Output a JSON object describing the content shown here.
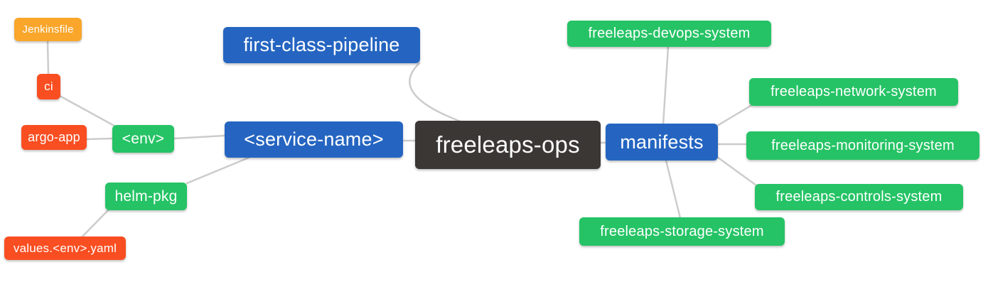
{
  "colors": {
    "blue": "#2565C1",
    "green": "#25C365",
    "orange": "#F9A62B",
    "red": "#F94E21",
    "dark": "#3B3735",
    "edge": "#CCCCCC",
    "text": "#FFFFFF",
    "background": "#FFFFFF"
  },
  "nodes": {
    "jenkinsfile": {
      "label": "Jenkinsfile",
      "color": "orange"
    },
    "ci": {
      "label": "ci",
      "color": "red"
    },
    "argo_app": {
      "label": "argo-app",
      "color": "red"
    },
    "env": {
      "label": "<env>",
      "color": "green"
    },
    "helm_pkg": {
      "label": "helm-pkg",
      "color": "green"
    },
    "values_env_yaml": {
      "label": "values.<env>.yaml",
      "color": "red"
    },
    "first_class_pipeline": {
      "label": "first-class-pipeline",
      "color": "blue"
    },
    "service_name": {
      "label": "<service-name>",
      "color": "blue"
    },
    "freeleaps_ops": {
      "label": "freeleaps-ops",
      "color": "dark"
    },
    "manifests": {
      "label": "manifests",
      "color": "blue"
    },
    "devops_system": {
      "label": "freeleaps-devops-system",
      "color": "green"
    },
    "network_system": {
      "label": "freeleaps-network-system",
      "color": "green"
    },
    "monitoring_system": {
      "label": "freeleaps-monitoring-system",
      "color": "green"
    },
    "controls_system": {
      "label": "freeleaps-controls-system",
      "color": "green"
    },
    "storage_system": {
      "label": "freeleaps-storage-system",
      "color": "green"
    }
  },
  "edges": [
    {
      "from": "jenkinsfile",
      "to": "ci"
    },
    {
      "from": "ci",
      "to": "env"
    },
    {
      "from": "argo_app",
      "to": "env"
    },
    {
      "from": "env",
      "to": "service_name"
    },
    {
      "from": "helm_pkg",
      "to": "service_name"
    },
    {
      "from": "values_env_yaml",
      "to": "helm_pkg"
    },
    {
      "from": "service_name",
      "to": "freeleaps_ops"
    },
    {
      "from": "first_class_pipeline",
      "to": "freeleaps_ops"
    },
    {
      "from": "freeleaps_ops",
      "to": "manifests"
    },
    {
      "from": "manifests",
      "to": "devops_system"
    },
    {
      "from": "manifests",
      "to": "network_system"
    },
    {
      "from": "manifests",
      "to": "monitoring_system"
    },
    {
      "from": "manifests",
      "to": "controls_system"
    },
    {
      "from": "manifests",
      "to": "storage_system"
    }
  ]
}
